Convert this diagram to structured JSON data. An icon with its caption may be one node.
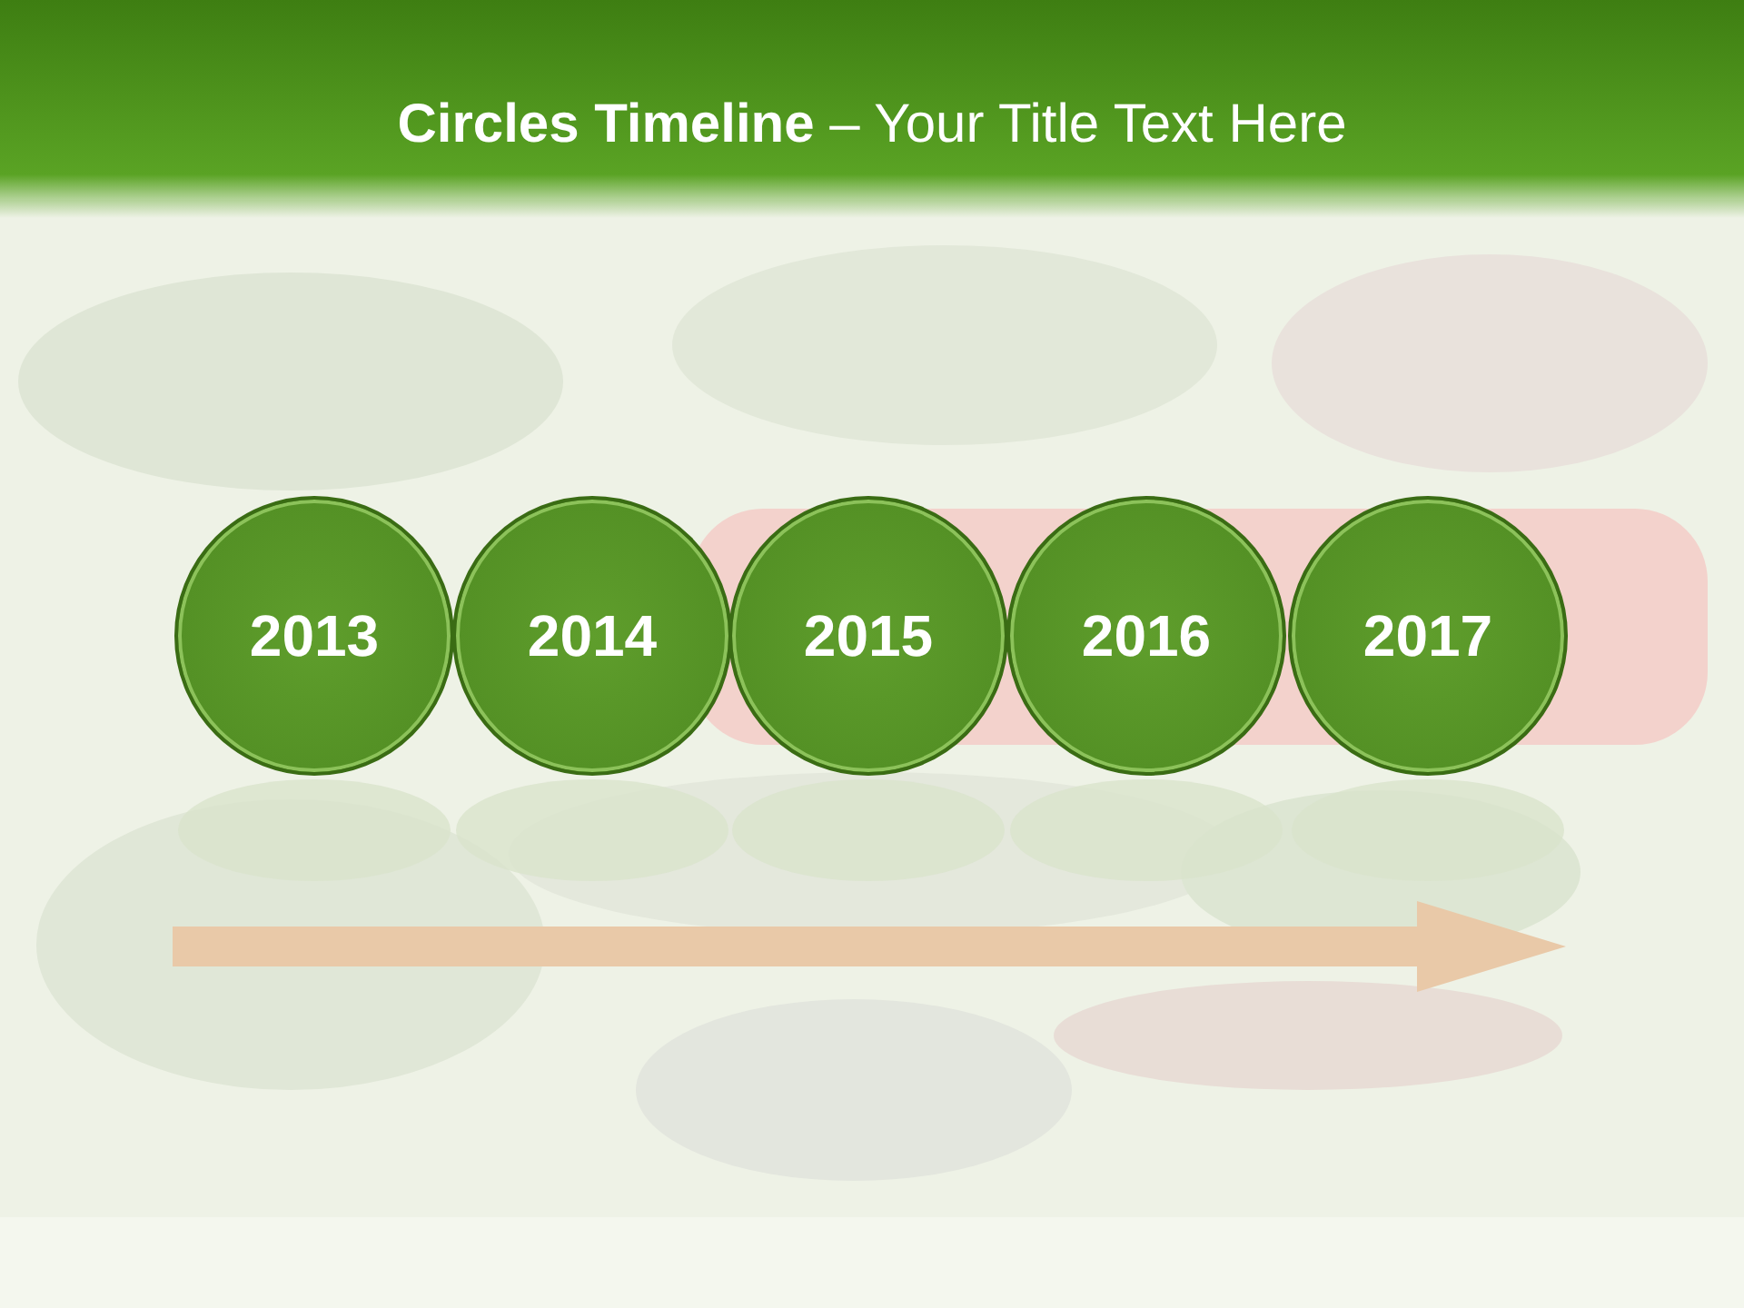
{
  "diagram": {
    "title": "**Circles Timeline**  – Your Title Text Here",
    "nodes": [
      {
        "text": [
          "2013"
        ]
      },
      {
        "text": [
          "2014"
        ]
      },
      {
        "text": [
          "2015"
        ]
      },
      {
        "text": [
          "2016"
        ]
      },
      {
        "text": [
          "2017"
        ]
      }
    ]
  }
}
